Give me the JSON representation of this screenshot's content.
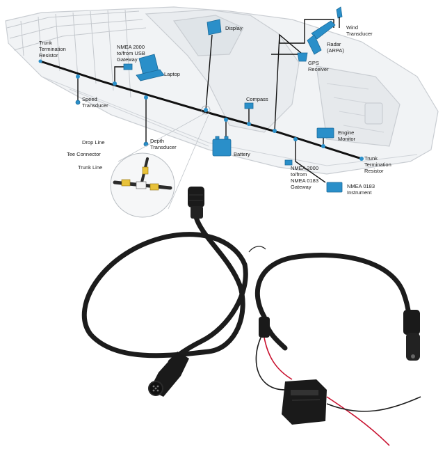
{
  "diagram": {
    "labels": {
      "trunk_resistor_left": [
        "Trunk",
        "Termination",
        "Resistor"
      ],
      "nmea_usb": [
        "NMEA 2000",
        "to/from USB",
        "Gateway"
      ],
      "laptop": "Laptop",
      "display": "Display",
      "wind": [
        "Wind",
        "Transducer"
      ],
      "radar": [
        "Radar",
        "(ARPA)"
      ],
      "gps": [
        "GPS",
        "Receiver"
      ],
      "speed": [
        "Speed",
        "Transducer"
      ],
      "compass": "Compass",
      "engine": [
        "Engine",
        "Monitor"
      ],
      "drop_line": "Drop Line",
      "depth": [
        "Depth",
        "Transducer"
      ],
      "battery": "Battery",
      "tee": "Tee Connector",
      "trunk_resistor_right": [
        "Trunk",
        "Termination",
        "Resistor"
      ],
      "trunk_line": "Trunk Line",
      "nmea_0183_gw": [
        "NMEA 2000",
        "to/from",
        "NMEA 0183",
        "Gateway"
      ],
      "nmea_0183_inst": [
        "NMEA 0183",
        "Instrument"
      ]
    }
  },
  "colors": {
    "device_blue": "#2a8fc9",
    "cable_black": "#1c1c1c",
    "wire_red": "#c8102e"
  }
}
